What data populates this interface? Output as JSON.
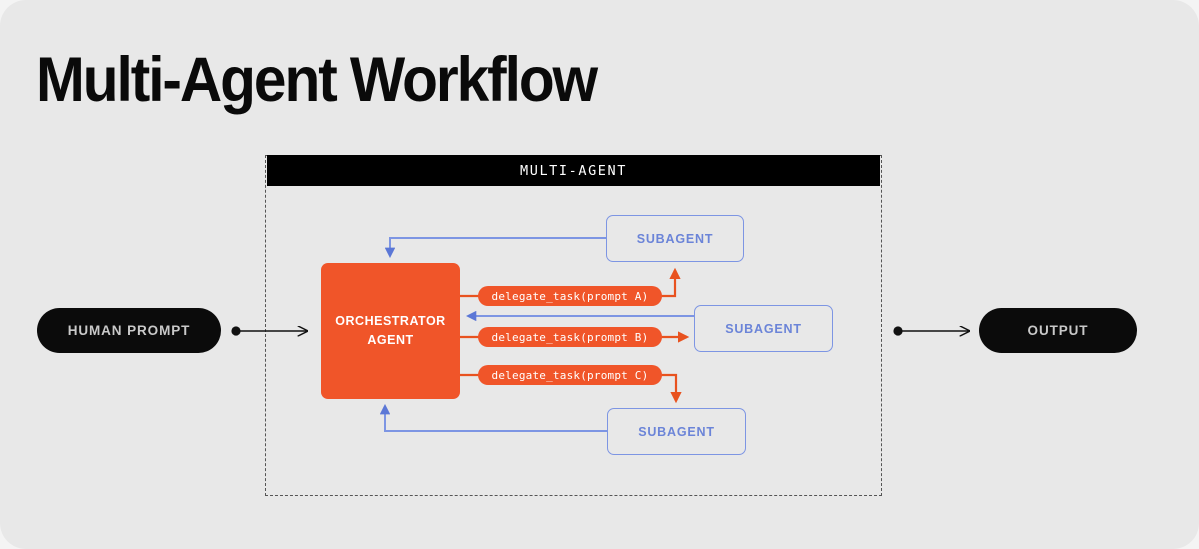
{
  "page": {
    "title": "Multi-Agent Workflow",
    "background_color": "#e8e8e8"
  },
  "colors": {
    "orange": "#f05529",
    "blue": "#7d95e3",
    "black": "#0b0b0b",
    "capsule_text": "#c9c9c9",
    "dashed_border": "#555555"
  },
  "endpoints": {
    "input_label": "HUMAN PROMPT",
    "output_label": "OUTPUT"
  },
  "container": {
    "header_label": "MULTI-AGENT"
  },
  "orchestrator": {
    "line1": "ORCHESTRATOR",
    "line2": "AGENT"
  },
  "subagents": [
    {
      "label": "SUBAGENT",
      "position": "top"
    },
    {
      "label": "SUBAGENT",
      "position": "middle"
    },
    {
      "label": "SUBAGENT",
      "position": "bottom"
    }
  ],
  "delegate_calls": [
    {
      "label": "delegate_task(prompt A)",
      "target": "top"
    },
    {
      "label": "delegate_task(prompt B)",
      "target": "middle"
    },
    {
      "label": "delegate_task(prompt C)",
      "target": "bottom"
    }
  ]
}
